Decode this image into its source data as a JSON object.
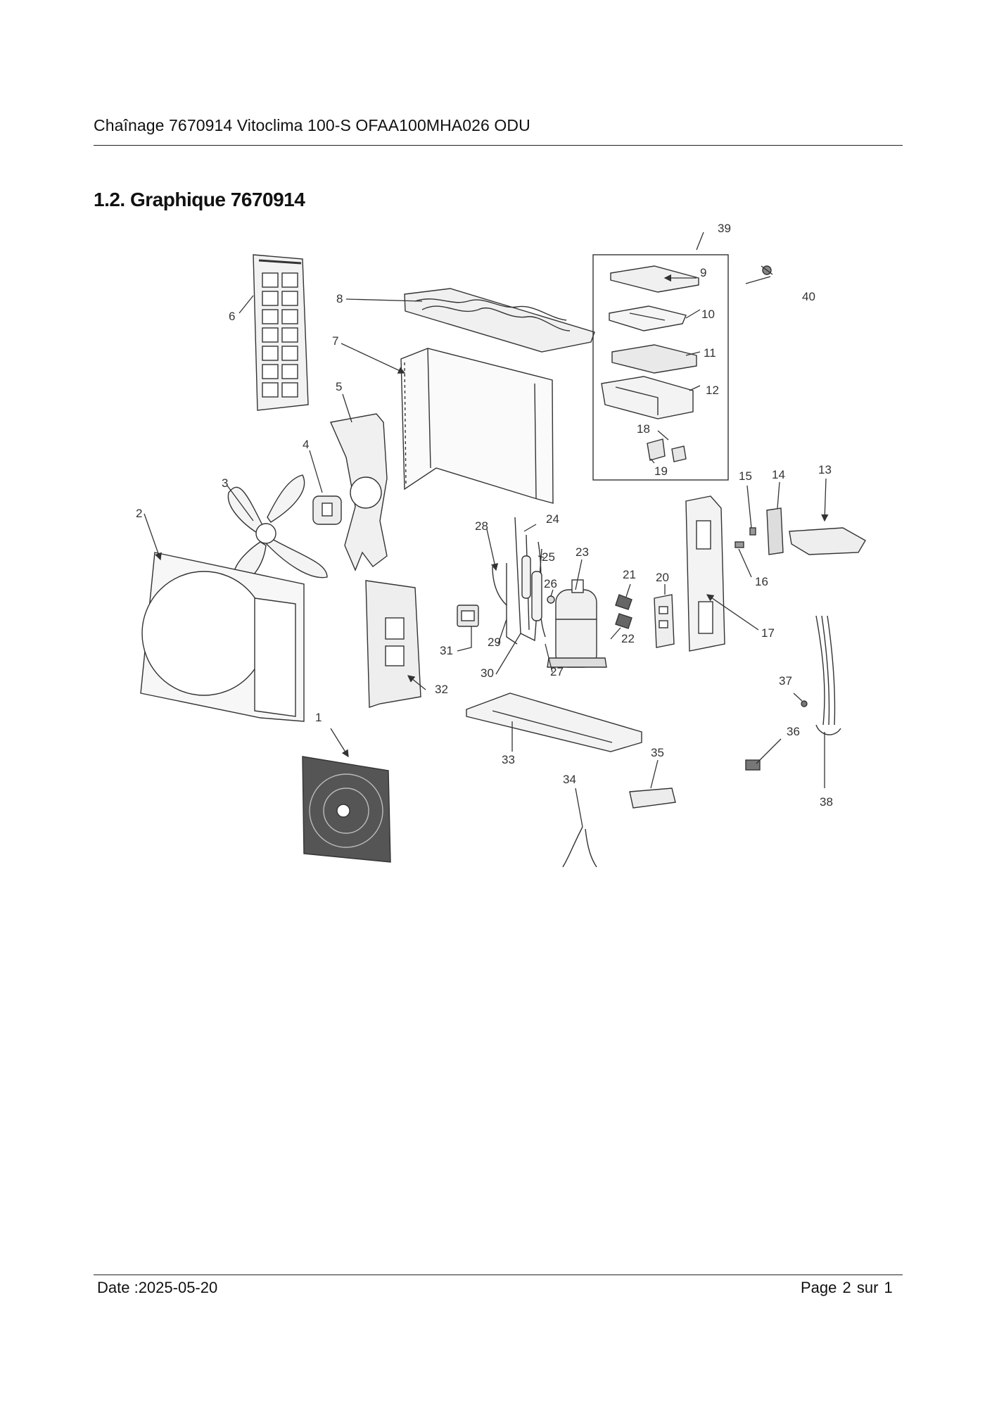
{
  "header": {
    "title": "Chaînage 7670914 Vitoclima 100-S  OFAA100MHA026 ODU"
  },
  "section": {
    "title": "1.2. Graphique 7670914"
  },
  "diagram": {
    "callouts": [
      "1",
      "2",
      "3",
      "4",
      "5",
      "6",
      "7",
      "8",
      "9",
      "10",
      "11",
      "12",
      "13",
      "14",
      "15",
      "16",
      "17",
      "18",
      "19",
      "20",
      "21",
      "22",
      "23",
      "24",
      "25",
      "26",
      "27",
      "28",
      "29",
      "30",
      "31",
      "32",
      "33",
      "34",
      "35",
      "36",
      "37",
      "38",
      "39",
      "40"
    ]
  },
  "footer": {
    "date": "Date :2025-05-20",
    "page_label": "Page 2 sur",
    "page_total": "1"
  }
}
